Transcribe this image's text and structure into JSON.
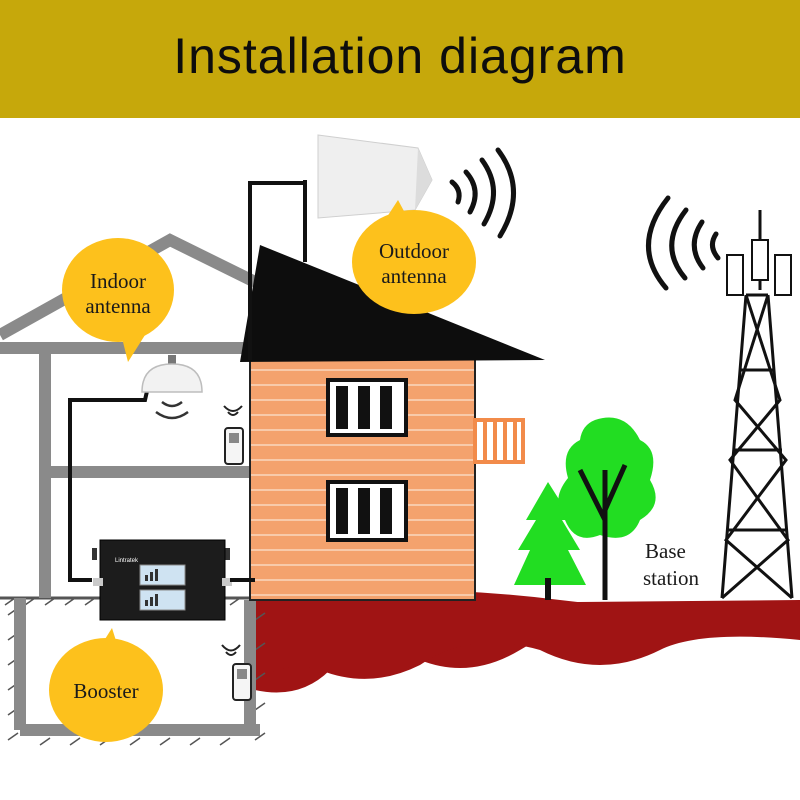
{
  "title": "Installation diagram",
  "labels": {
    "indoor_line1": "Indoor",
    "indoor_line2": "antenna",
    "outdoor_line1": "Outdoor",
    "outdoor_line2": "antenna",
    "booster": "Booster",
    "base_line1": "Base",
    "base_line2": "station",
    "device_brand": "Lintratek"
  },
  "colors": {
    "banner": "#c6a80b",
    "bubble": "#fdc11c",
    "brick": "#f4a26d",
    "ground": "#a01414",
    "tree": "#22dd22",
    "roof": "#0d0d0d",
    "house_outline": "#8a8a8a"
  }
}
